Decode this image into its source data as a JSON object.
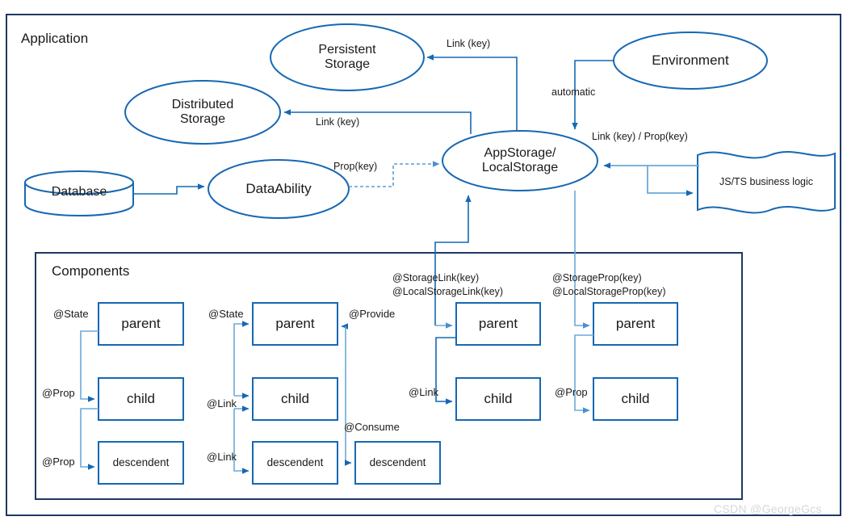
{
  "diagram": {
    "outer_container_title": "Application",
    "inner_container_title": "Components",
    "watermark": "CSDN @GeorgeGcs",
    "colors": {
      "container_border": "#1f3864",
      "node_stroke": "#1668b3",
      "arrow_dark": "#1668b3",
      "arrow_light": "#5b9bd5",
      "text": "#1a1a1a",
      "background": "#ffffff",
      "watermark": "#d7d7d7"
    },
    "nodes": [
      {
        "id": "persistent-storage",
        "label": "Persistent\nStorage",
        "shape": "ellipse"
      },
      {
        "id": "distributed-storage",
        "label": "Distributed\nStorage",
        "shape": "ellipse"
      },
      {
        "id": "database",
        "label": "Database",
        "shape": "cylinder"
      },
      {
        "id": "data-ability",
        "label": "DataAbility",
        "shape": "ellipse"
      },
      {
        "id": "app-storage",
        "label": "AppStorage/\nLocalStorage",
        "shape": "ellipse"
      },
      {
        "id": "environment",
        "label": "Environment",
        "shape": "ellipse"
      },
      {
        "id": "js-ts-business-logic",
        "label": "JS/TS business logic",
        "shape": "wave-document"
      }
    ],
    "edge_labels": [
      {
        "id": "link-key-persistent",
        "text": "Link (key)"
      },
      {
        "id": "link-key-distributed",
        "text": "Link (key)"
      },
      {
        "id": "automatic",
        "text": "automatic"
      },
      {
        "id": "link-prop-key",
        "text": "Link (key) / Prop(key)"
      },
      {
        "id": "prop-key",
        "text": "Prop(key)"
      },
      {
        "id": "storage-link",
        "text": "@StorageLink(key)\n@LocalStorageLink(key)"
      },
      {
        "id": "storage-prop",
        "text": "@StorageProp(key)\n@LocalStorageProp(key)"
      }
    ],
    "component_columns": [
      {
        "id": "column-state-prop",
        "boxes": [
          {
            "id": "col1-parent",
            "label": "parent"
          },
          {
            "id": "col1-child",
            "label": "child"
          },
          {
            "id": "col1-descendent",
            "label": "descendent"
          }
        ],
        "decorators": [
          {
            "id": "col1-state",
            "text": "@State"
          },
          {
            "id": "col1-prop-child",
            "text": "@Prop"
          },
          {
            "id": "col1-prop-descendent",
            "text": "@Prop"
          }
        ]
      },
      {
        "id": "column-state-link-provide",
        "boxes": [
          {
            "id": "col2-parent",
            "label": "parent"
          },
          {
            "id": "col2-child",
            "label": "child"
          },
          {
            "id": "col2-descendent",
            "label": "descendent"
          },
          {
            "id": "col2-consume-descendent",
            "label": "descendent"
          }
        ],
        "decorators": [
          {
            "id": "col2-state",
            "text": "@State"
          },
          {
            "id": "col2-link-child",
            "text": "@Link"
          },
          {
            "id": "col2-link-descendent",
            "text": "@Link"
          },
          {
            "id": "col2-provide",
            "text": "@Provide"
          },
          {
            "id": "col2-consume",
            "text": "@Consume"
          }
        ]
      },
      {
        "id": "column-storage-link",
        "boxes": [
          {
            "id": "col3-parent",
            "label": "parent"
          },
          {
            "id": "col3-child",
            "label": "child"
          }
        ],
        "decorators": [
          {
            "id": "col3-link",
            "text": "@Link"
          }
        ]
      },
      {
        "id": "column-storage-prop",
        "boxes": [
          {
            "id": "col4-parent",
            "label": "parent"
          },
          {
            "id": "col4-child",
            "label": "child"
          }
        ],
        "decorators": [
          {
            "id": "col4-prop",
            "text": "@Prop"
          }
        ]
      }
    ]
  }
}
